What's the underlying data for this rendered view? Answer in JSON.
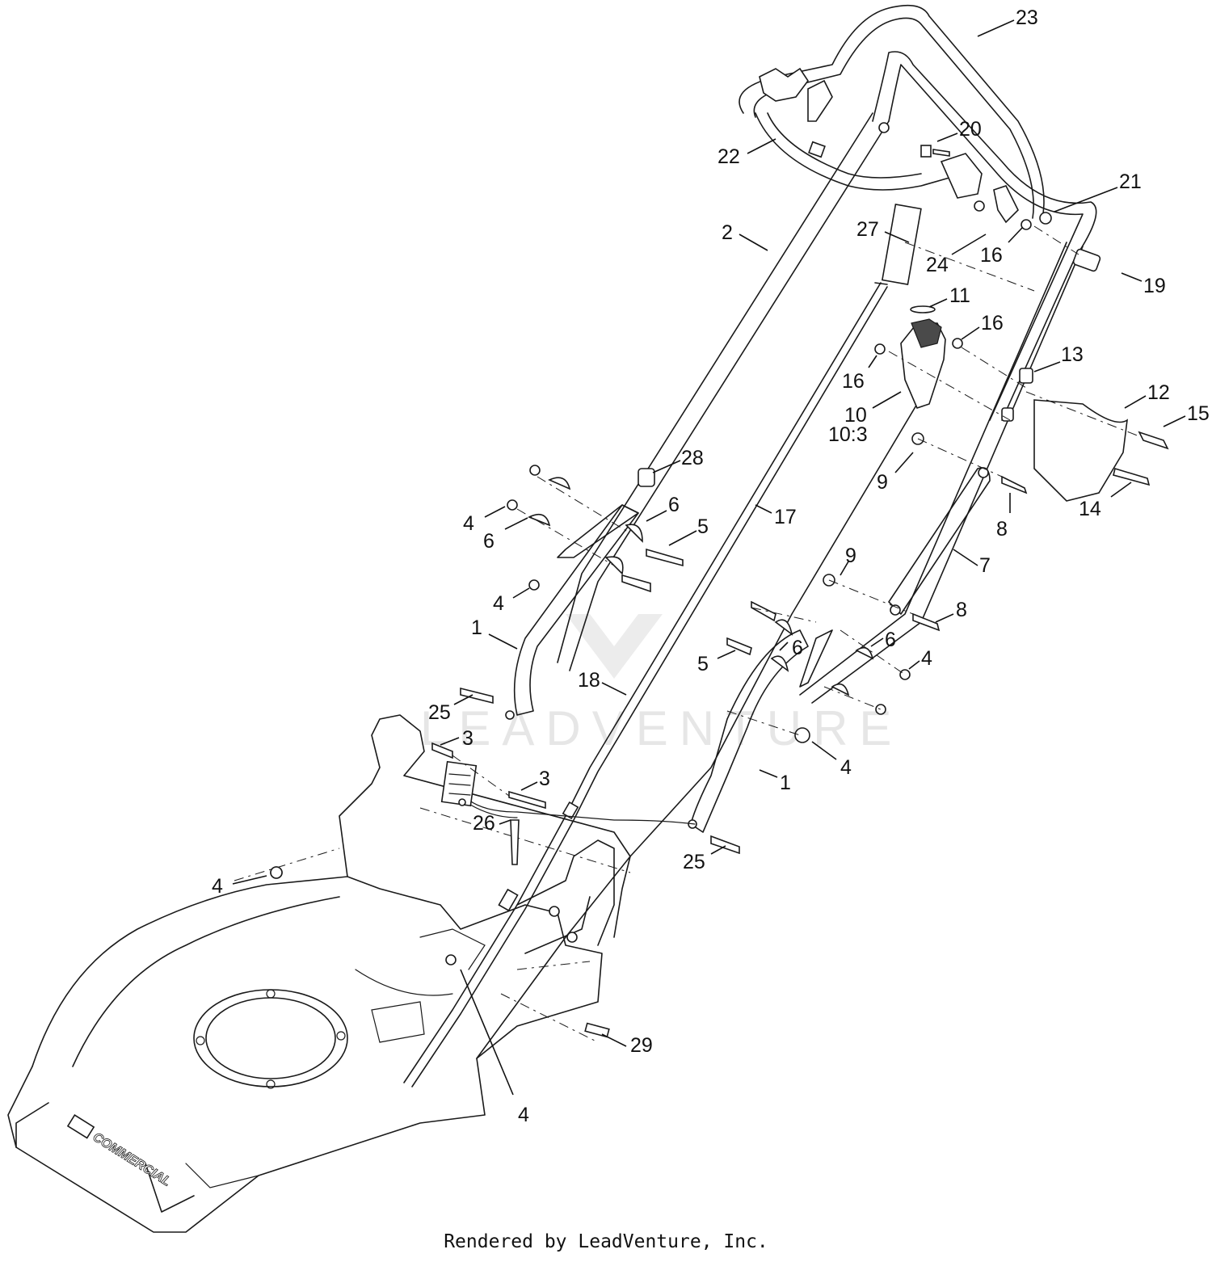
{
  "footer": {
    "text": "Rendered by LeadVenture, Inc."
  },
  "watermark": {
    "text": "LEADVENTURE"
  },
  "deck_brand": {
    "text": "COMMERCIAL"
  },
  "callouts": [
    {
      "id": "c23",
      "label": "23"
    },
    {
      "id": "c22",
      "label": "22"
    },
    {
      "id": "c20",
      "label": "20"
    },
    {
      "id": "c21",
      "label": "21"
    },
    {
      "id": "c2",
      "label": "2"
    },
    {
      "id": "c27",
      "label": "27"
    },
    {
      "id": "c24",
      "label": "24"
    },
    {
      "id": "c16a",
      "label": "16"
    },
    {
      "id": "c19",
      "label": "19"
    },
    {
      "id": "c11",
      "label": "11"
    },
    {
      "id": "c16b",
      "label": "16"
    },
    {
      "id": "c16c",
      "label": "16"
    },
    {
      "id": "c13",
      "label": "13"
    },
    {
      "id": "c10",
      "label": "10"
    },
    {
      "id": "c10_3",
      "label": "10:3"
    },
    {
      "id": "c12",
      "label": "12"
    },
    {
      "id": "c15",
      "label": "15"
    },
    {
      "id": "c28",
      "label": "28"
    },
    {
      "id": "c9a",
      "label": "9"
    },
    {
      "id": "c4a",
      "label": "4"
    },
    {
      "id": "c6a",
      "label": "6"
    },
    {
      "id": "c6b",
      "label": "6"
    },
    {
      "id": "c5a",
      "label": "5"
    },
    {
      "id": "c17",
      "label": "17"
    },
    {
      "id": "c14",
      "label": "14"
    },
    {
      "id": "c8a",
      "label": "8"
    },
    {
      "id": "c7",
      "label": "7"
    },
    {
      "id": "c9b",
      "label": "9"
    },
    {
      "id": "c4b",
      "label": "4"
    },
    {
      "id": "c8b",
      "label": "8"
    },
    {
      "id": "c1a",
      "label": "1"
    },
    {
      "id": "c6c",
      "label": "6"
    },
    {
      "id": "c6d",
      "label": "6"
    },
    {
      "id": "c5b",
      "label": "5"
    },
    {
      "id": "c4c",
      "label": "4"
    },
    {
      "id": "c18",
      "label": "18"
    },
    {
      "id": "c25a",
      "label": "25"
    },
    {
      "id": "c3a",
      "label": "3"
    },
    {
      "id": "c4d",
      "label": "4"
    },
    {
      "id": "c1b",
      "label": "1"
    },
    {
      "id": "c3b",
      "label": "3"
    },
    {
      "id": "c26",
      "label": "26"
    },
    {
      "id": "c25b",
      "label": "25"
    },
    {
      "id": "c4e",
      "label": "4"
    },
    {
      "id": "c29",
      "label": "29"
    },
    {
      "id": "c4f",
      "label": "4"
    }
  ]
}
